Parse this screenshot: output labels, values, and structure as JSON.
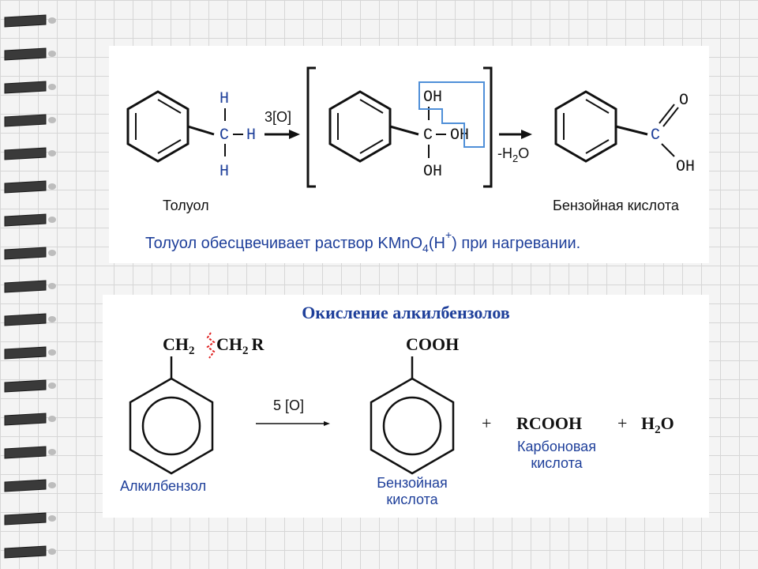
{
  "top_reaction": {
    "toluene_h_top": "H",
    "toluene_c": "C",
    "toluene_h_right": "H",
    "toluene_h_bottom": "H",
    "toluene_label": "Толуол",
    "reagent": "3[O]",
    "intermediate_oh_top": "OH",
    "intermediate_c": "C",
    "intermediate_oh_right": "OH",
    "intermediate_oh_bottom": "OH",
    "elimination_prefix": "-H",
    "elimination_sub": "2",
    "elimination_suffix": "O",
    "product_c": "C",
    "product_o": "O",
    "product_oh": "OH",
    "product_label": "Бензойная кислота",
    "note_prefix": "Толуол обесцвечивает раствор KMnO",
    "note_sub": "4",
    "note_mid": "(H",
    "note_sup": "+",
    "note_suffix": ") при нагревании."
  },
  "bottom_reaction": {
    "title": "Окисление алкилбензолов",
    "chain_part1": "CH",
    "chain_sub1": "2",
    "chain_part2": "CH",
    "chain_sub2": "2",
    "chain_part3": "R",
    "reactant_label": "Алкилбензол",
    "reagent": "5 [O]",
    "product_group": "COOH",
    "product_label_line1": "Бензойная",
    "product_label_line2": "кислота",
    "plus1": "+",
    "acid": "RCOOH",
    "plus2": "+",
    "water_h": "H",
    "water_sub": "2",
    "water_o": "O",
    "acid_label_line1": "Карбоновая",
    "acid_label_line2": "кислота"
  }
}
